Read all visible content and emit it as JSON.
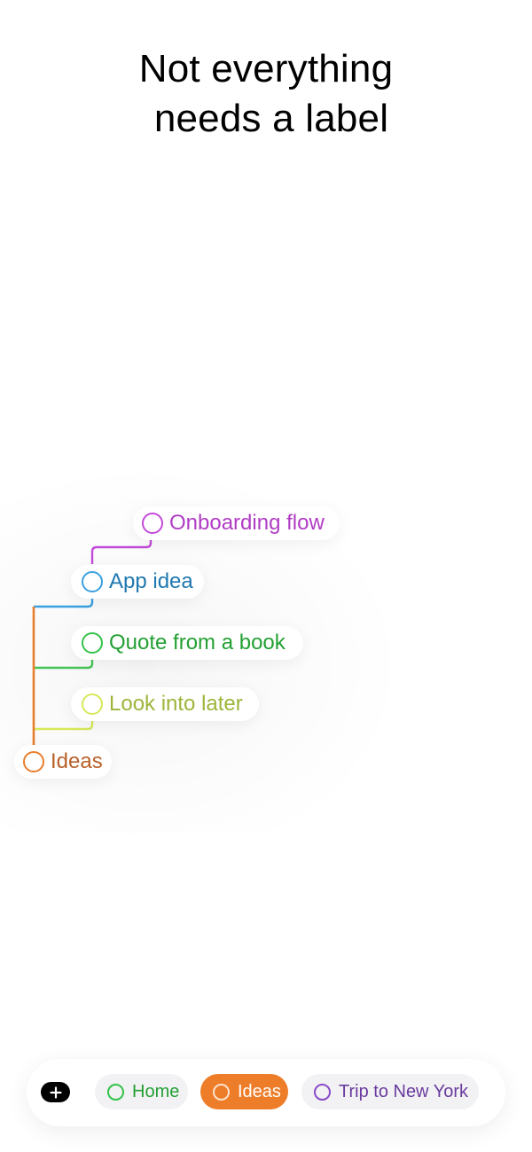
{
  "heading": {
    "line1": "Not everything",
    "line2": "needs a label"
  },
  "tree": {
    "nodes": [
      {
        "id": "onboarding-flow",
        "label": "Onboarding flow",
        "color": "#B03CC4",
        "ring": "#C24AD9",
        "parent": "app-idea"
      },
      {
        "id": "app-idea",
        "label": "App idea",
        "color": "#1F78B0",
        "ring": "#3AA0E0",
        "parent": "ideas"
      },
      {
        "id": "quote-from-a-book",
        "label": "Quote from a book",
        "color": "#23A033",
        "ring": "#34C24A",
        "parent": "ideas"
      },
      {
        "id": "look-into-later",
        "label": "Look into later",
        "color": "#9DB53A",
        "ring": "#D6E85A",
        "parent": "ideas"
      },
      {
        "id": "ideas",
        "label": "Ideas",
        "color": "#B8612A",
        "ring": "#E87E2C",
        "parent": null
      }
    ],
    "connector_colors": {
      "onboarding": "#C24AD9",
      "app_idea": "#3AA0E0",
      "quote": "#45C455",
      "later": "#D6E85A",
      "trunk": "#E87E2C"
    }
  },
  "bottom_bar": {
    "add_button": {
      "icon": "plus-icon",
      "label": "+"
    },
    "chips": [
      {
        "label": "Home",
        "color": "#23A033",
        "ring": "#34C24A",
        "active": false
      },
      {
        "label": "Ideas",
        "color": "#ffffff",
        "background": "#EE7D2A",
        "active": true
      },
      {
        "label": "Trip to New York",
        "color": "#6A3A9E",
        "ring": "#8A4BC8",
        "active": false
      }
    ]
  }
}
